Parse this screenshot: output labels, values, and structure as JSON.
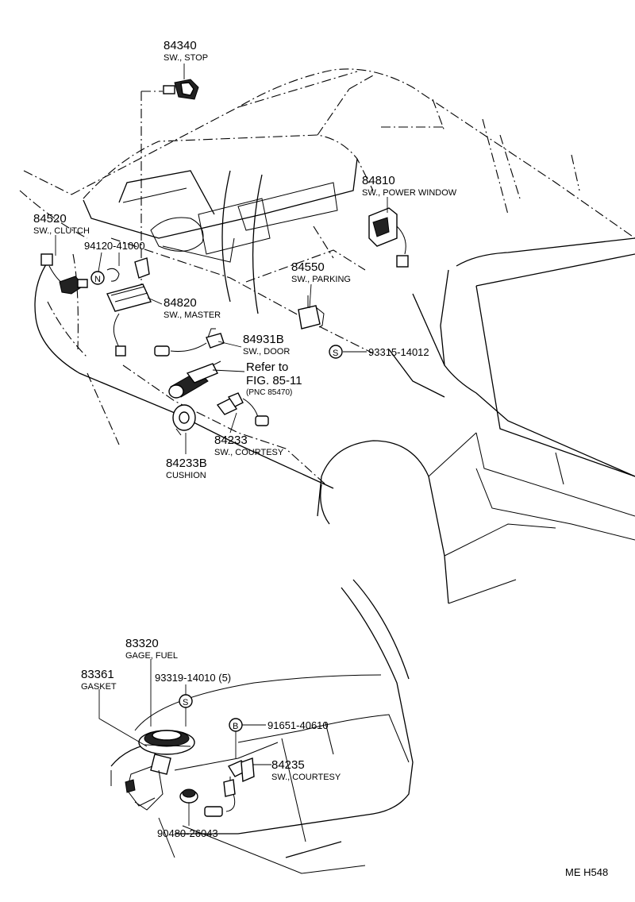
{
  "parts": [
    {
      "number": "84340",
      "name": "SW., STOP"
    },
    {
      "number": "84810",
      "name": "SW., POWER WINDOW"
    },
    {
      "number": "84520",
      "name": "SW., CLUTCH"
    },
    {
      "number": "94120-41000",
      "name": ""
    },
    {
      "number": "84550",
      "name": "SW., PARKING"
    },
    {
      "number": "84820",
      "name": "SW., MASTER"
    },
    {
      "number": "84931B",
      "name": "SW., DOOR"
    },
    {
      "number": "93315-14012",
      "name": ""
    },
    {
      "number": "84233",
      "name": "SW., COURTESY"
    },
    {
      "number": "84233B",
      "name": "CUSHION"
    },
    {
      "number": "83320",
      "name": "GAGE, FUEL"
    },
    {
      "number": "83361",
      "name": "GASKET"
    },
    {
      "number": "93319-14010 (5)",
      "name": ""
    },
    {
      "number": "91651-40610",
      "name": ""
    },
    {
      "number": "84235",
      "name": "SW., COURTESY"
    },
    {
      "number": "90480-26043",
      "name": ""
    }
  ],
  "refer": {
    "line1": "Refer to",
    "line2": "FIG. 85-11",
    "line3": "(PNC 85470)"
  },
  "symbols": {
    "n": "N",
    "s": "S",
    "b": "B"
  },
  "code": "ME  H548"
}
